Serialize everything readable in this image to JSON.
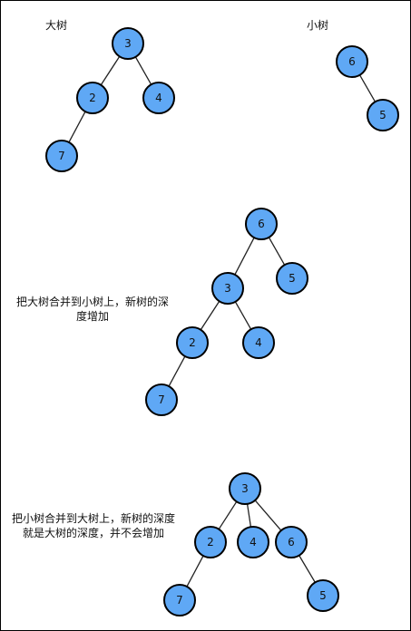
{
  "labels": {
    "big_tree": "大树",
    "small_tree": "小树"
  },
  "captions": {
    "merge_big_into_small_line1": "把大树合并到小树上，新树的深",
    "merge_big_into_small_line2": "度增加",
    "merge_small_into_big_line1": "把小树合并到大树上，新树的深度",
    "merge_small_into_big_line2": "就是大树的深度，并不会增加"
  },
  "colors": {
    "node_fill": "#5fa8f5",
    "node_stroke": "#000000",
    "edge": "#222222"
  },
  "trees": {
    "big_tree": {
      "nodes": [
        "3",
        "2",
        "4",
        "7"
      ],
      "edges": [
        [
          "3",
          "2"
        ],
        [
          "3",
          "4"
        ],
        [
          "2",
          "7"
        ]
      ]
    },
    "small_tree": {
      "nodes": [
        "6",
        "5"
      ],
      "edges": [
        [
          "6",
          "5"
        ]
      ]
    },
    "big_into_small": {
      "nodes": [
        "6",
        "3",
        "5",
        "2",
        "4",
        "7"
      ],
      "edges": [
        [
          "6",
          "3"
        ],
        [
          "6",
          "5"
        ],
        [
          "3",
          "2"
        ],
        [
          "3",
          "4"
        ],
        [
          "2",
          "7"
        ]
      ]
    },
    "small_into_big": {
      "nodes": [
        "3",
        "2",
        "4",
        "6",
        "7",
        "5"
      ],
      "edges": [
        [
          "3",
          "2"
        ],
        [
          "3",
          "4"
        ],
        [
          "3",
          "6"
        ],
        [
          "2",
          "7"
        ],
        [
          "6",
          "5"
        ]
      ]
    }
  }
}
